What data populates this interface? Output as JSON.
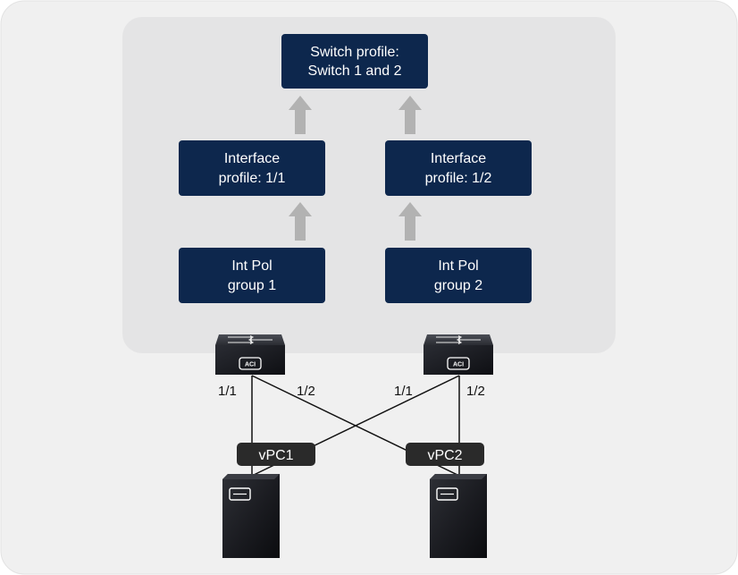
{
  "colors": {
    "outer_background": "#f0f0f0",
    "panel_background": "#e4e4e5",
    "box_fill": "#0d274d",
    "box_text": "#ffffff",
    "arrow": "#b2b2b2",
    "link_line": "#111111",
    "vpc_badge": "#2a2a2a",
    "device": "#1f1f23"
  },
  "boxes": {
    "switch_profile": {
      "line1": "Switch profile:",
      "line2": "Switch 1 and 2"
    },
    "interface_profile_1": {
      "line1": "Interface",
      "line2": "profile: 1/1"
    },
    "interface_profile_2": {
      "line1": "Interface",
      "line2": "profile: 1/2"
    },
    "int_pol_group_1": {
      "line1": "Int Pol",
      "line2": "group 1"
    },
    "int_pol_group_2": {
      "line1": "Int Pol",
      "line2": "group 2"
    }
  },
  "switches": [
    {
      "icon": "aci-switch-icon",
      "badge": "ACI"
    },
    {
      "icon": "aci-switch-icon",
      "badge": "ACI"
    }
  ],
  "ports": {
    "switch1_left": "1/1",
    "switch1_right": "1/2",
    "switch2_left": "1/1",
    "switch2_right": "1/2"
  },
  "vpcs": {
    "vpc1": "vPC1",
    "vpc2": "vPC2"
  },
  "servers": [
    {
      "icon": "server-icon"
    },
    {
      "icon": "server-icon"
    }
  ]
}
